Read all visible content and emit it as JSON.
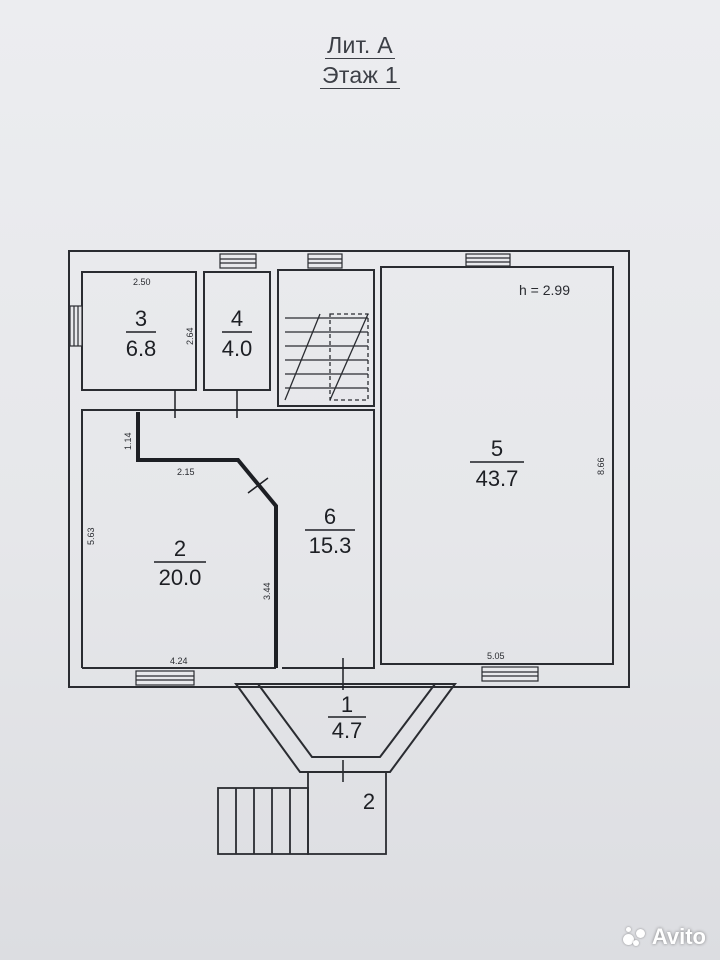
{
  "title": {
    "line1": "Лит. А",
    "line2": "Этаж 1"
  },
  "ceiling_height": "h = 2.99",
  "rooms": [
    {
      "number": "1",
      "area": "4.7"
    },
    {
      "number": "2",
      "area": "20.0"
    },
    {
      "number": "3",
      "area": "6.8"
    },
    {
      "number": "4",
      "area": "4.0"
    },
    {
      "number": "5",
      "area": "43.7"
    },
    {
      "number": "6",
      "area": "15.3"
    }
  ],
  "porch_label": "2",
  "dimensions": {
    "room3_width": "2.50",
    "room3_depth": "2.64",
    "corridor_short": "1.14",
    "partition_length": "2.15",
    "room2_depth": "5.63",
    "room2_width": "4.24",
    "wall_length": "3.44",
    "room5_depth": "8.66",
    "room5_width": "5.05"
  },
  "watermark": "Avito",
  "colors": {
    "line": "#1d1f24",
    "wall": "#3a3c42",
    "background": "#e8e9ec"
  }
}
